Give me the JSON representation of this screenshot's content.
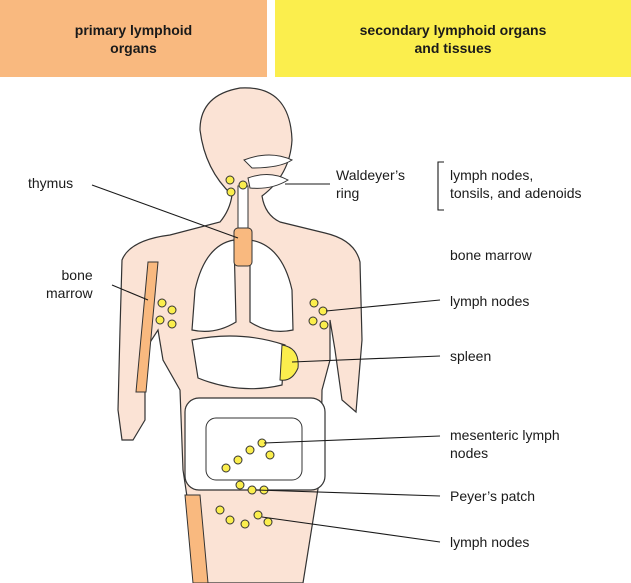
{
  "headers": {
    "primary": {
      "title": "primary lymphoid\norgans",
      "color": "#f9b97f"
    },
    "secondary": {
      "title": "secondary lymphoid organs\nand tissues",
      "color": "#fbee4d"
    }
  },
  "labels": {
    "thymus": "thymus",
    "bone_marrow_left": "bone\nmarrow",
    "waldeyers_ring": "Waldeyer’s\nring",
    "waldeyer_detail": "lymph nodes,\ntonsils, and adenoids",
    "bone_marrow_right": "bone marrow",
    "lymph_nodes_axillary": "lymph nodes",
    "spleen": "spleen",
    "mesenteric": "mesenteric lymph\nnodes",
    "peyers_patch": "Peyer’s patch",
    "lymph_nodes_inguinal": "lymph nodes"
  },
  "colors": {
    "body_fill": "#fbe3d5",
    "organ_fill": "#ffffff",
    "bone_fill": "#f9b97f",
    "node_fill": "#fbee4d",
    "outline": "#333333"
  }
}
